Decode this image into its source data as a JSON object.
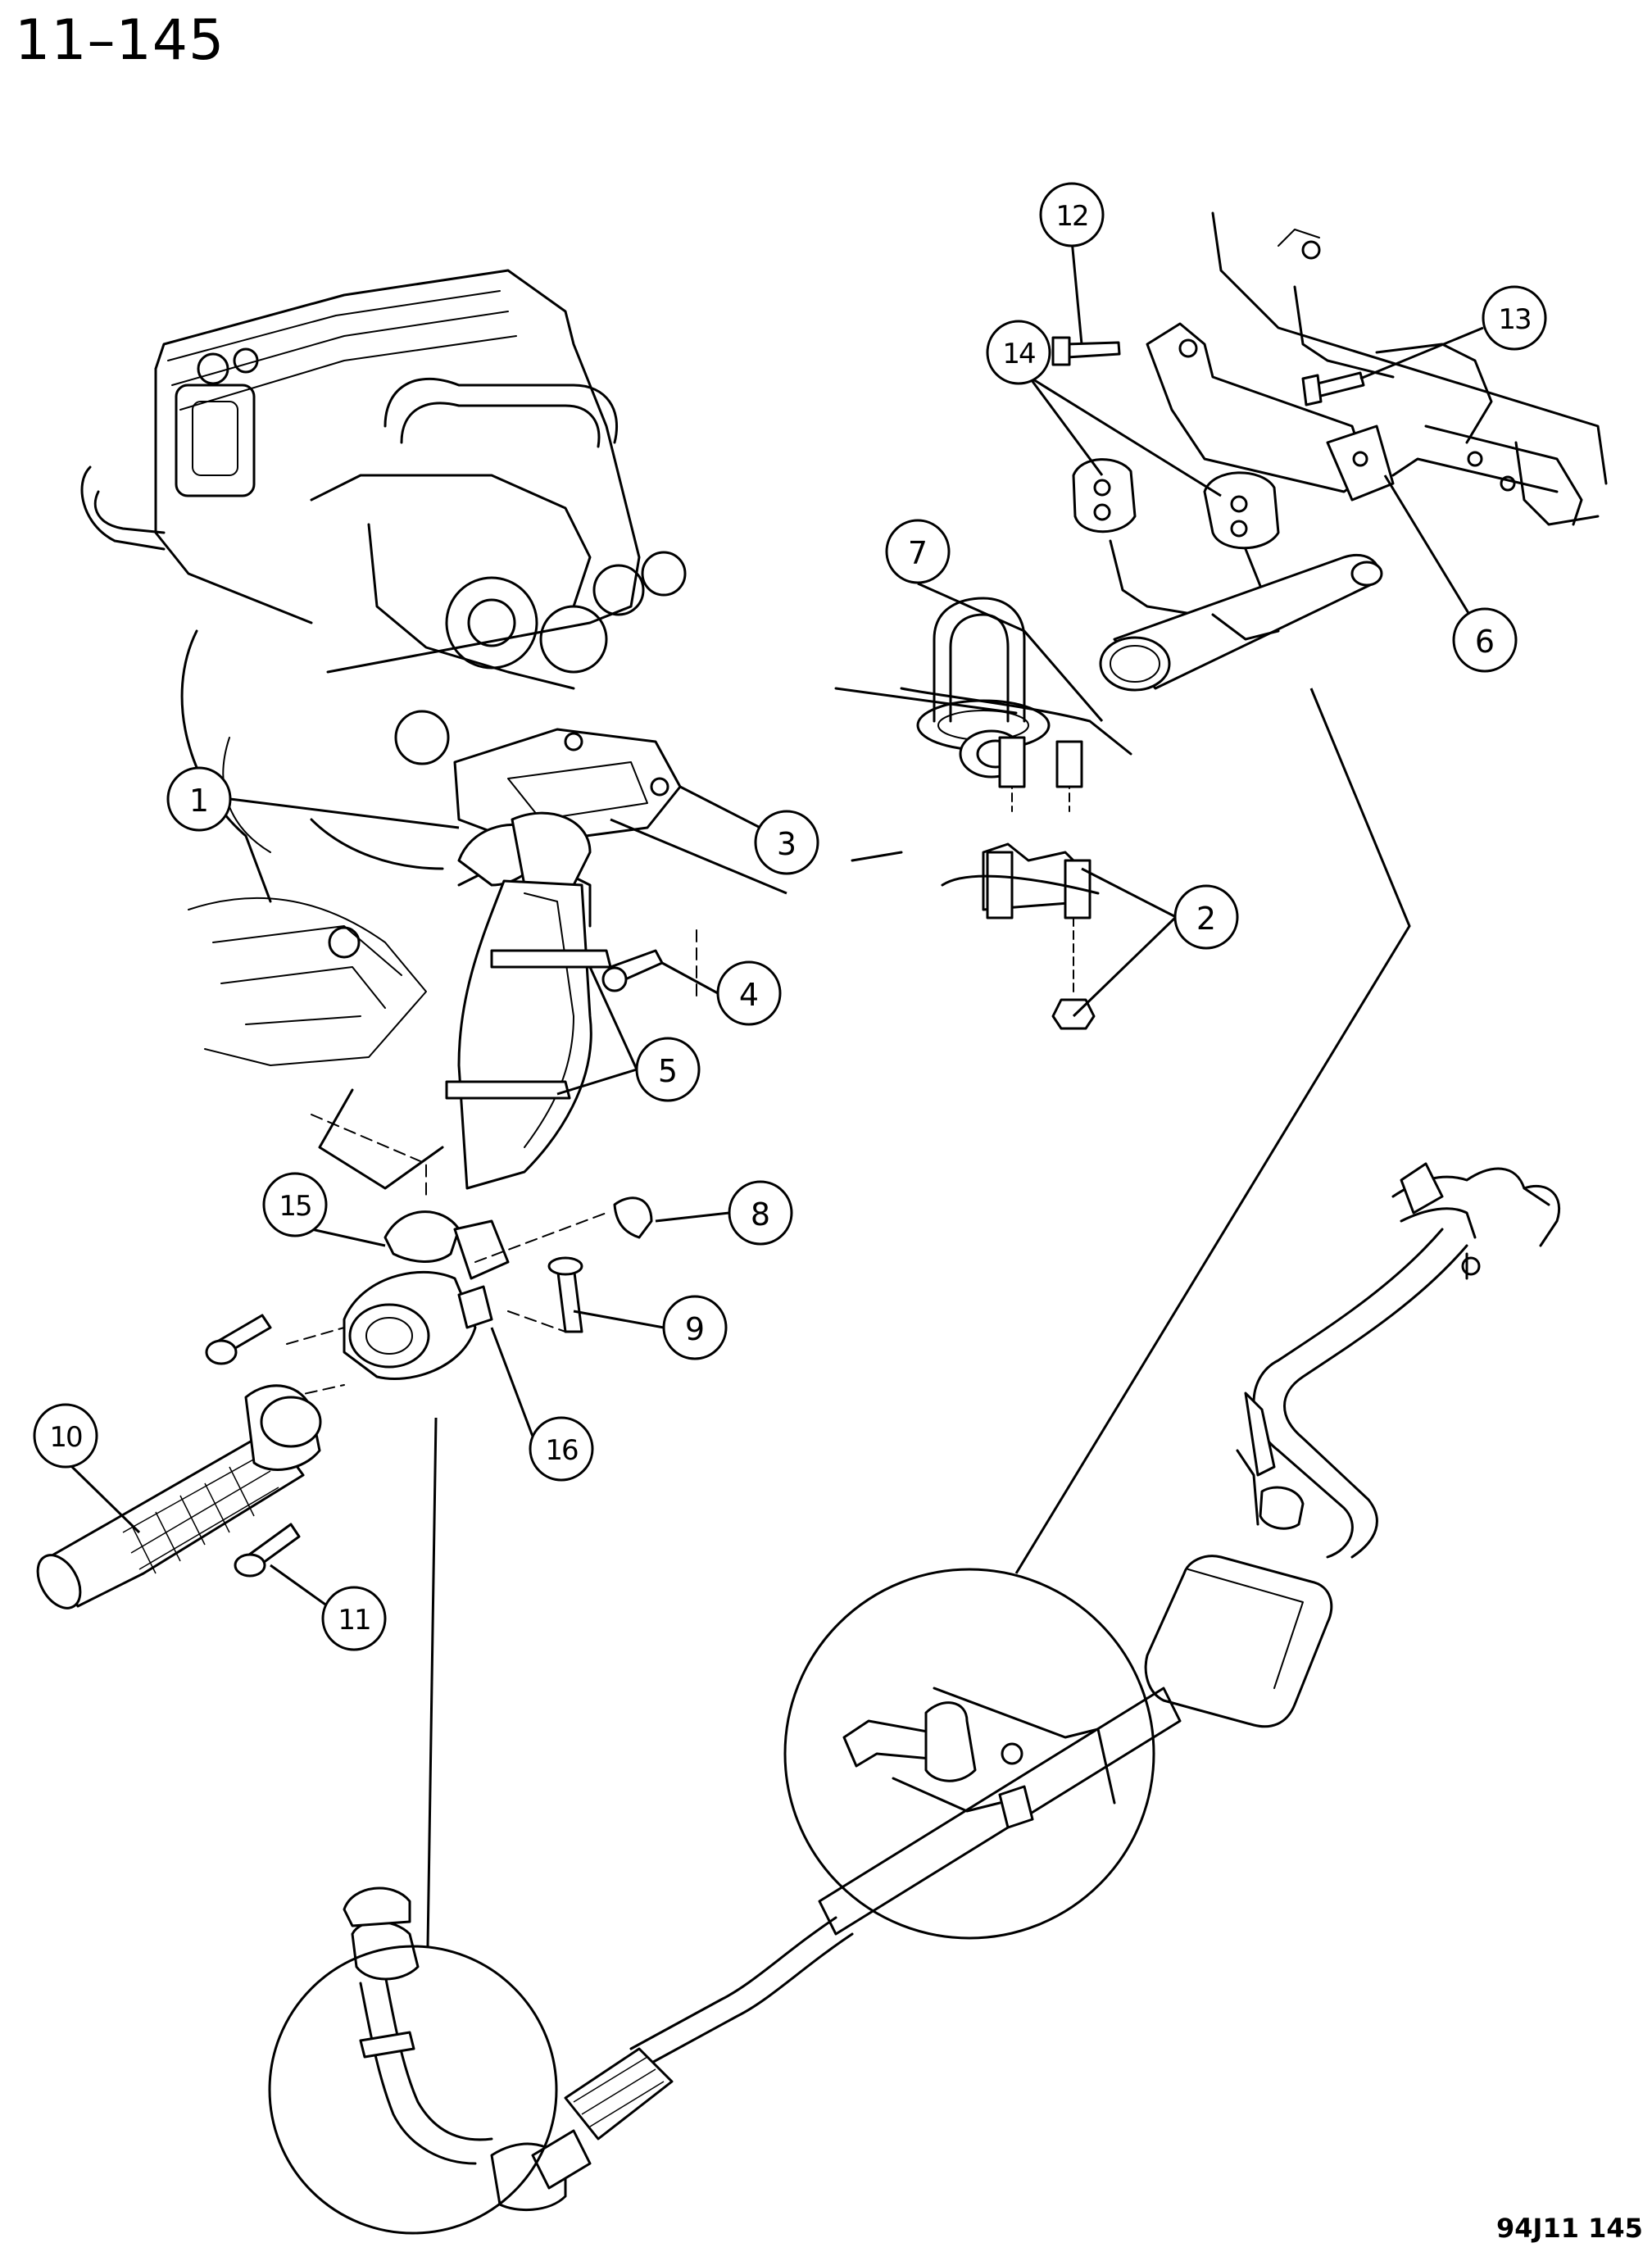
{
  "page_number": "11–145",
  "figure_code": "94J11  145",
  "callouts": [
    {
      "id": "1",
      "label": "1"
    },
    {
      "id": "2",
      "label": "2"
    },
    {
      "id": "3",
      "label": "3"
    },
    {
      "id": "4",
      "label": "4"
    },
    {
      "id": "5",
      "label": "5"
    },
    {
      "id": "6",
      "label": "6"
    },
    {
      "id": "7",
      "label": "7"
    },
    {
      "id": "8",
      "label": "8"
    },
    {
      "id": "9",
      "label": "9"
    },
    {
      "id": "10",
      "label": "10"
    },
    {
      "id": "11",
      "label": "11"
    },
    {
      "id": "12",
      "label": "12"
    },
    {
      "id": "13",
      "label": "13"
    },
    {
      "id": "14",
      "label": "14"
    },
    {
      "id": "15",
      "label": "15"
    },
    {
      "id": "16",
      "label": "16"
    }
  ]
}
